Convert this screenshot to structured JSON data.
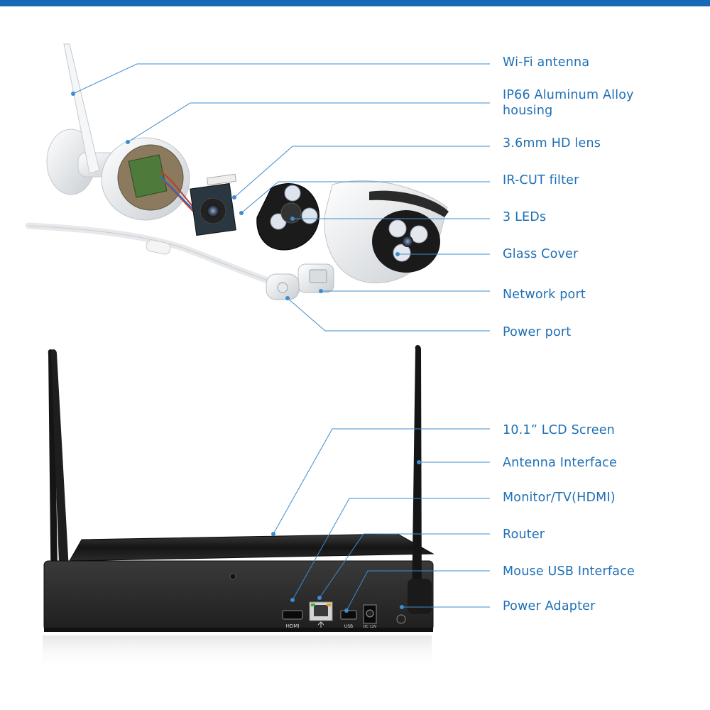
{
  "colors": {
    "accent": "#1669b4",
    "label_text": "#1f6fb5",
    "leader_line": "#3d8ccf",
    "nvr_body": "#2a2a2a",
    "camera_white": "#f2f3f5"
  },
  "camera_labels": [
    "Wi-Fi antenna",
    "IP66 Aluminum Alloy housing",
    "3.6mm HD lens",
    "IR-CUT filter",
    "3 LEDs",
    "Glass Cover",
    "Network port",
    "Power port"
  ],
  "nvr_labels": [
    "10.1” LCD Screen",
    "Antenna Interface",
    "Monitor/TV(HDMI)",
    "Router",
    "Mouse USB Interface",
    "Power Adapter"
  ],
  "nvr_port_markings": {
    "hdmi": "HDMI",
    "usb": "USB",
    "dc": "DC 12V"
  }
}
